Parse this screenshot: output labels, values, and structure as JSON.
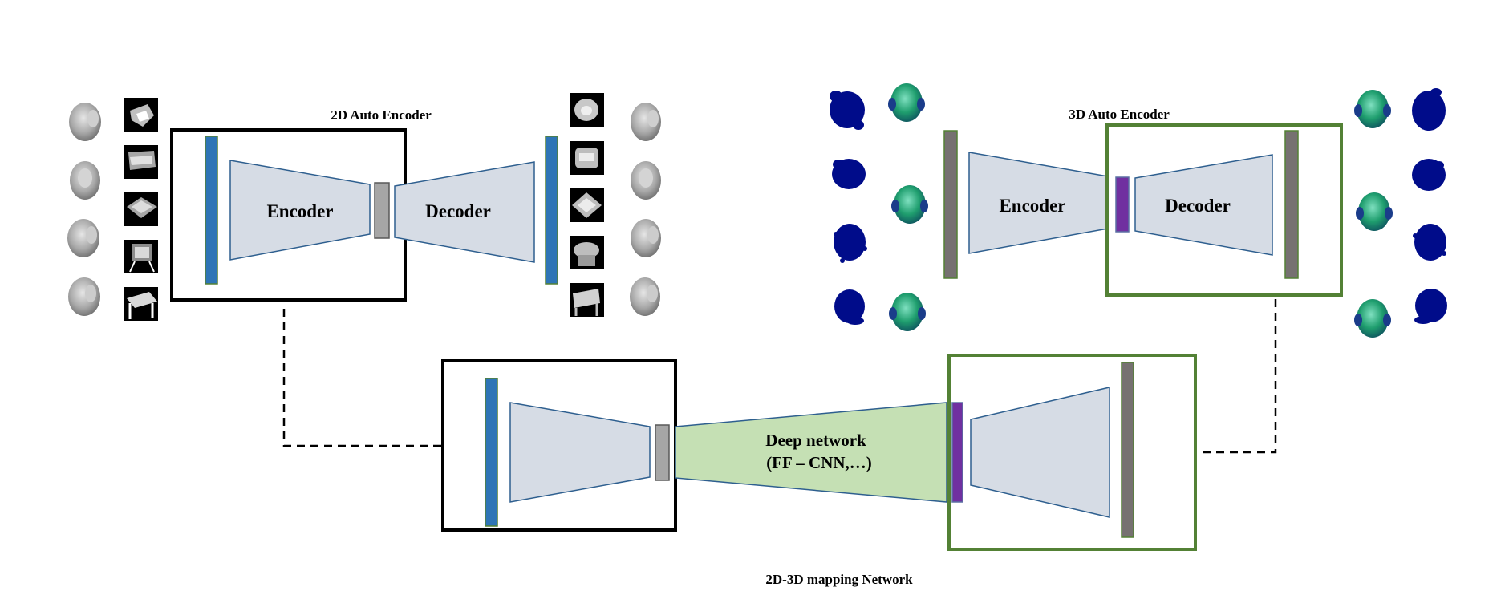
{
  "colors": {
    "frame_2d": "#000000",
    "frame_3d": "#538135",
    "trapezoid_fill": "#d6dce5",
    "trapezoid_stroke": "#2e5f8f",
    "input_bar_2d": "#2e75b6",
    "latent_2d": "#a6a6a6",
    "latent_3d": "#7030a0",
    "bar_3d": "#767171",
    "deep_network_fill": "#c5e0b4",
    "face_gray": "#8c8c8c",
    "pointcloud": "#000c8a",
    "mesh_face": "#1f9e6e"
  },
  "ae2d": {
    "title": "2D Auto Encoder",
    "encoder_label": "Encoder",
    "decoder_label": "Decoder"
  },
  "ae3d": {
    "title": "3D Auto Encoder",
    "encoder_label": "Encoder",
    "decoder_label": "Decoder"
  },
  "mapping": {
    "deep_line1": "Deep network",
    "deep_line2": "(FF – CNN,…)",
    "title": "2D-3D mapping Network"
  },
  "icons": {
    "face_2d": "grayscale-face-image-icon",
    "silhouette_2d": "silhouette-image-icon",
    "pointcloud_3d": "point-cloud-icon",
    "mesh_3d": "3d-face-mesh-icon"
  }
}
